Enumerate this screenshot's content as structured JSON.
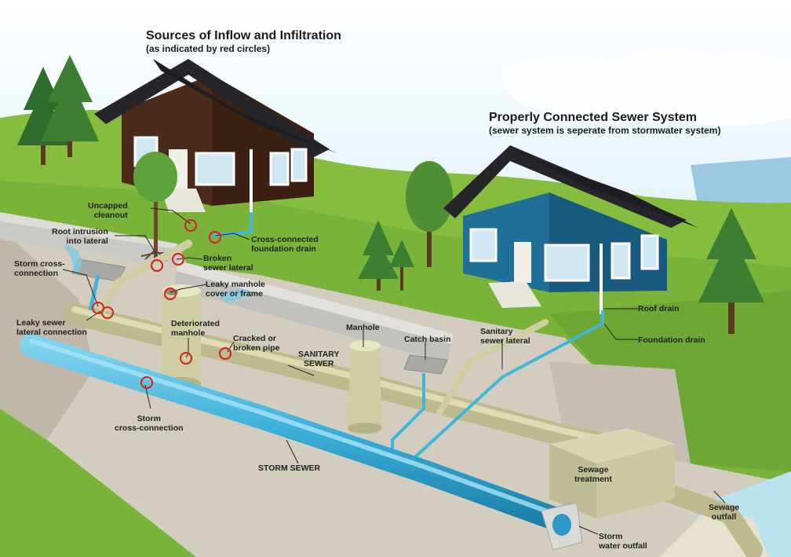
{
  "titles": {
    "left_title": "Sources of Inflow and Infiltration",
    "left_subtitle": "(as indicated by red circles)",
    "right_title": "Properly Connected Sewer System",
    "right_subtitle": "(sewer system is seperate from stormwater system)"
  },
  "labels": {
    "uncapped_cleanout": [
      "Uncapped",
      "cleanout"
    ],
    "root_intrusion": [
      "Root intrusion",
      "into lateral"
    ],
    "cross_connected_foundation": [
      "Cross-connected",
      "foundation drain"
    ],
    "broken_lateral": [
      "Broken",
      "sewer lateral"
    ],
    "storm_cross_connection_top": [
      "Storm cross-",
      "connection"
    ],
    "leaky_manhole_cover": [
      "Leaky manhole",
      "cover or frame"
    ],
    "leaky_lateral_connection": [
      "Leaky sewer",
      "lateral connection"
    ],
    "deteriorated_manhole": [
      "Deteriorated",
      "manhole"
    ],
    "cracked_pipe": [
      "Cracked or",
      "broken pipe"
    ],
    "manhole": [
      "Manhole"
    ],
    "catch_basin": [
      "Catch basin"
    ],
    "sanitary_lateral": [
      "Sanitary",
      "sewer lateral"
    ],
    "roof_drain": [
      "Roof drain"
    ],
    "foundation_drain": [
      "Foundation drain"
    ],
    "sanitary_sewer": [
      "SANITARY",
      "SEWER"
    ],
    "storm_cross_connection_bottom": [
      "Storm",
      "cross-connection"
    ],
    "storm_sewer": [
      "STORM SEWER"
    ],
    "sewage_treatment": [
      "Sewage",
      "treatment"
    ],
    "sewage_outfall": [
      "Sewage",
      "outfall"
    ],
    "storm_outfall": [
      "Storm",
      "water outfall"
    ]
  },
  "colors": {
    "grass": "#7ab33a",
    "soil": "#d3cdbf",
    "sanitary_pipe": "#cfcea2",
    "storm_pipe": "#43b6d8",
    "house_left": "#4a2a18",
    "house_right": "#1f6f99",
    "roof": "#26262a",
    "problem_circle": "#d62a2a",
    "water": "#b9e3ef"
  }
}
